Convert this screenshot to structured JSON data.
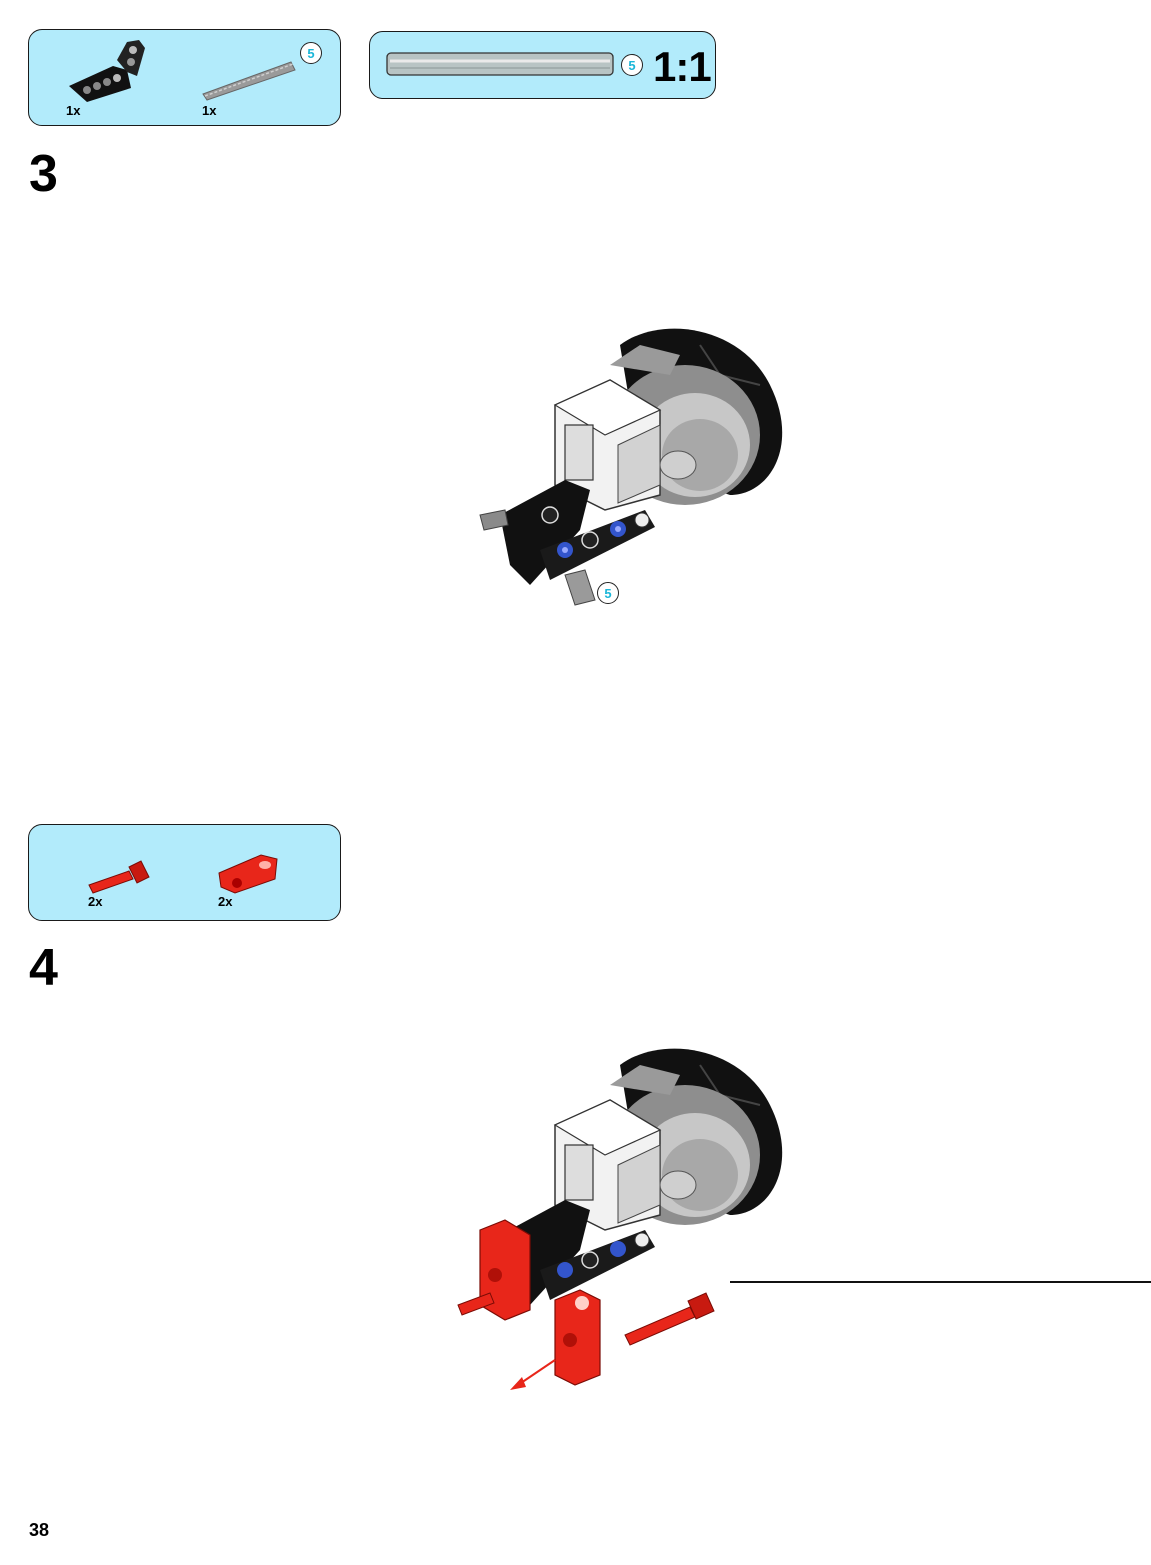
{
  "page_number": "38",
  "colors": {
    "callout_fill": "#b2ebfb",
    "length_badge_text": "#1ab6d8",
    "accent_red": "#e8261a"
  },
  "steps": [
    {
      "number": "3",
      "parts": [
        {
          "icon": "angled-beam-black-icon",
          "quantity": "1x"
        },
        {
          "icon": "axle-5-grey-icon",
          "quantity": "1x",
          "length_badge": "5"
        }
      ],
      "scale_callout": {
        "length_badge": "5",
        "scale": "1:1"
      },
      "model_callouts": [
        {
          "length_badge": "5"
        }
      ]
    },
    {
      "number": "4",
      "parts": [
        {
          "icon": "red-axle-pin-icon",
          "quantity": "2x"
        },
        {
          "icon": "red-connector-block-icon",
          "quantity": "2x"
        }
      ]
    }
  ]
}
